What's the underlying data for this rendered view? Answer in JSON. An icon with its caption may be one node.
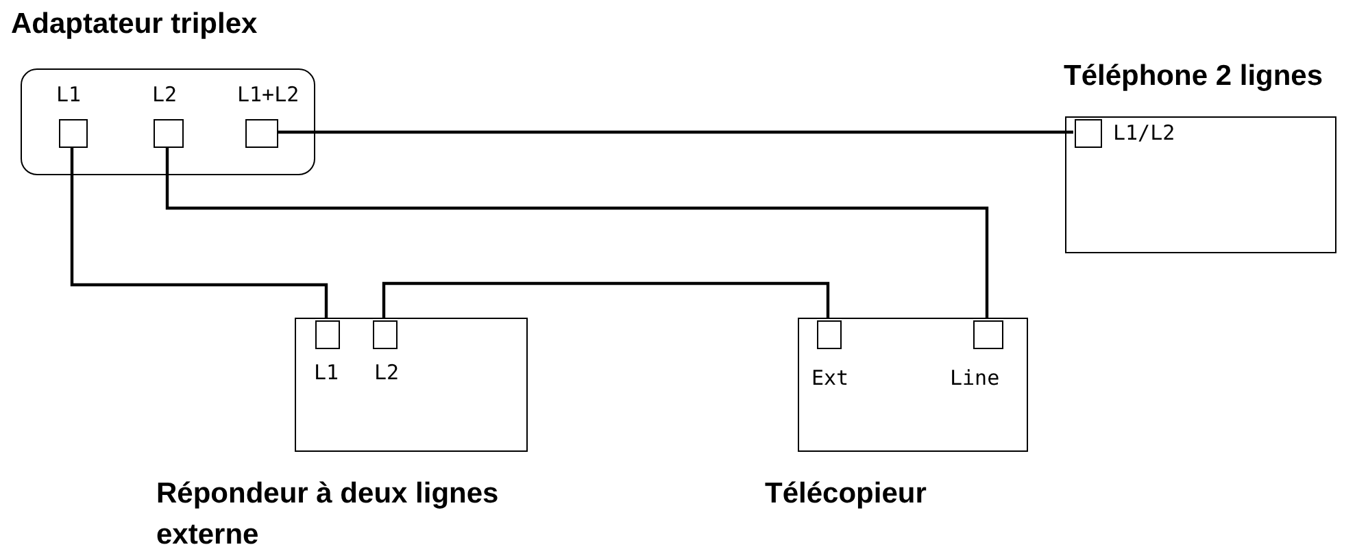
{
  "diagram": {
    "nodes": [
      {
        "text": [
          "Adaptateur triplex"
        ]
      },
      {
        "text": [],
        "shape": "box",
        "in": 0,
        "beside": [
          "L1"
        ]
      },
      {
        "text": [],
        "shape": "box",
        "in": 0,
        "beside": [
          "L2"
        ]
      },
      {
        "text": [],
        "shape": "box",
        "in": 0,
        "beside": [
          "L1+L2"
        ]
      },
      {
        "text": [
          "Téléphone 2 lignes"
        ]
      },
      {
        "text": [],
        "shape": "box",
        "in": 4,
        "beside": [
          "L1/L2"
        ]
      },
      {
        "text": [
          "Répondeur à deux lignes externe"
        ]
      },
      {
        "text": [],
        "shape": "box",
        "in": 6,
        "beside": [
          "L1"
        ]
      },
      {
        "text": [],
        "shape": "box",
        "in": 6,
        "beside": [
          "L2"
        ]
      },
      {
        "text": [
          "Télécopieur"
        ]
      },
      {
        "text": [],
        "shape": "box",
        "in": 9,
        "beside": [
          "Ext"
        ]
      },
      {
        "text": [],
        "shape": "box",
        "in": 9,
        "beside": [
          "Line"
        ]
      }
    ],
    "edges": [
      {
        "from": 3,
        "to": 5,
        "arrow": "none"
      },
      {
        "from": 1,
        "to": 7,
        "arrow": "none"
      },
      {
        "from": 8,
        "to": 10,
        "arrow": "none"
      },
      {
        "from": 2,
        "to": 11,
        "arrow": "none"
      }
    ]
  }
}
